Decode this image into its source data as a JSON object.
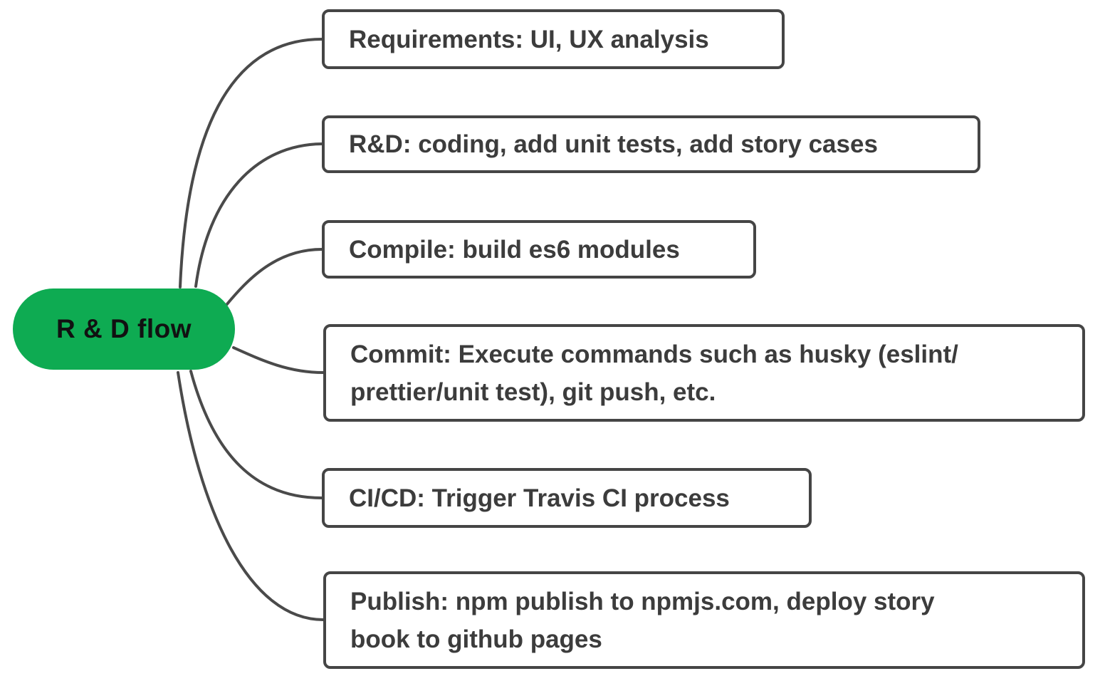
{
  "diagram": {
    "type": "mindmap",
    "root": {
      "label": "R & D flow"
    },
    "nodes": [
      {
        "id": "requirements",
        "lines": [
          "Requirements: UI, UX analysis"
        ]
      },
      {
        "id": "rd",
        "lines": [
          "R&D: coding, add unit tests, add story cases"
        ]
      },
      {
        "id": "compile",
        "lines": [
          "Compile: build es6 modules"
        ]
      },
      {
        "id": "commit",
        "lines": [
          "Commit: Execute commands such as husky (eslint/",
          "prettier/unit test), git push, etc."
        ]
      },
      {
        "id": "cicd",
        "lines": [
          "CI/CD: Trigger Travis CI process"
        ]
      },
      {
        "id": "publish",
        "lines": [
          "Publish: npm publish to npmjs.com, deploy story",
          "book to github pages"
        ]
      }
    ],
    "colors": {
      "background": "#ffffff",
      "root_bg": "#0eab52",
      "root_text": "#111111",
      "box_border": "#454545",
      "box_text": "#3c3c3c",
      "connector": "#4a4a4a"
    }
  }
}
